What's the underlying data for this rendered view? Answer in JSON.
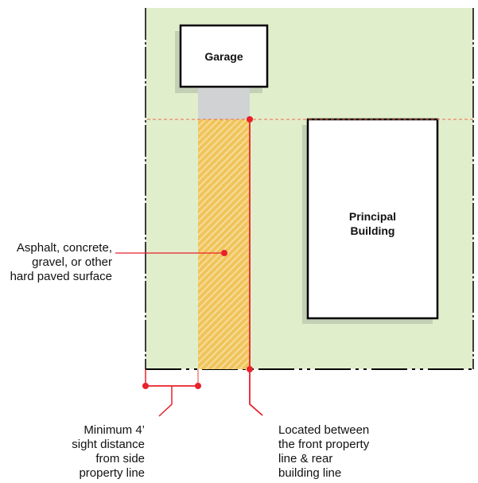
{
  "buildings": {
    "garage": "Garage",
    "principal_line1": "Principal",
    "principal_line2": "Building"
  },
  "callouts": {
    "surface": [
      "Asphalt, concrete,",
      "gravel, or other",
      "hard paved surface"
    ],
    "sight": [
      "Minimum 4’",
      "sight distance",
      "from side",
      "property line"
    ],
    "location": [
      "Located between",
      "the front property",
      "line & rear",
      "building line"
    ]
  },
  "colors": {
    "lot": "#e1eecc",
    "accent": "#e8212a",
    "hatch": "#f0c45a",
    "driveway": "#d0d2d4"
  }
}
